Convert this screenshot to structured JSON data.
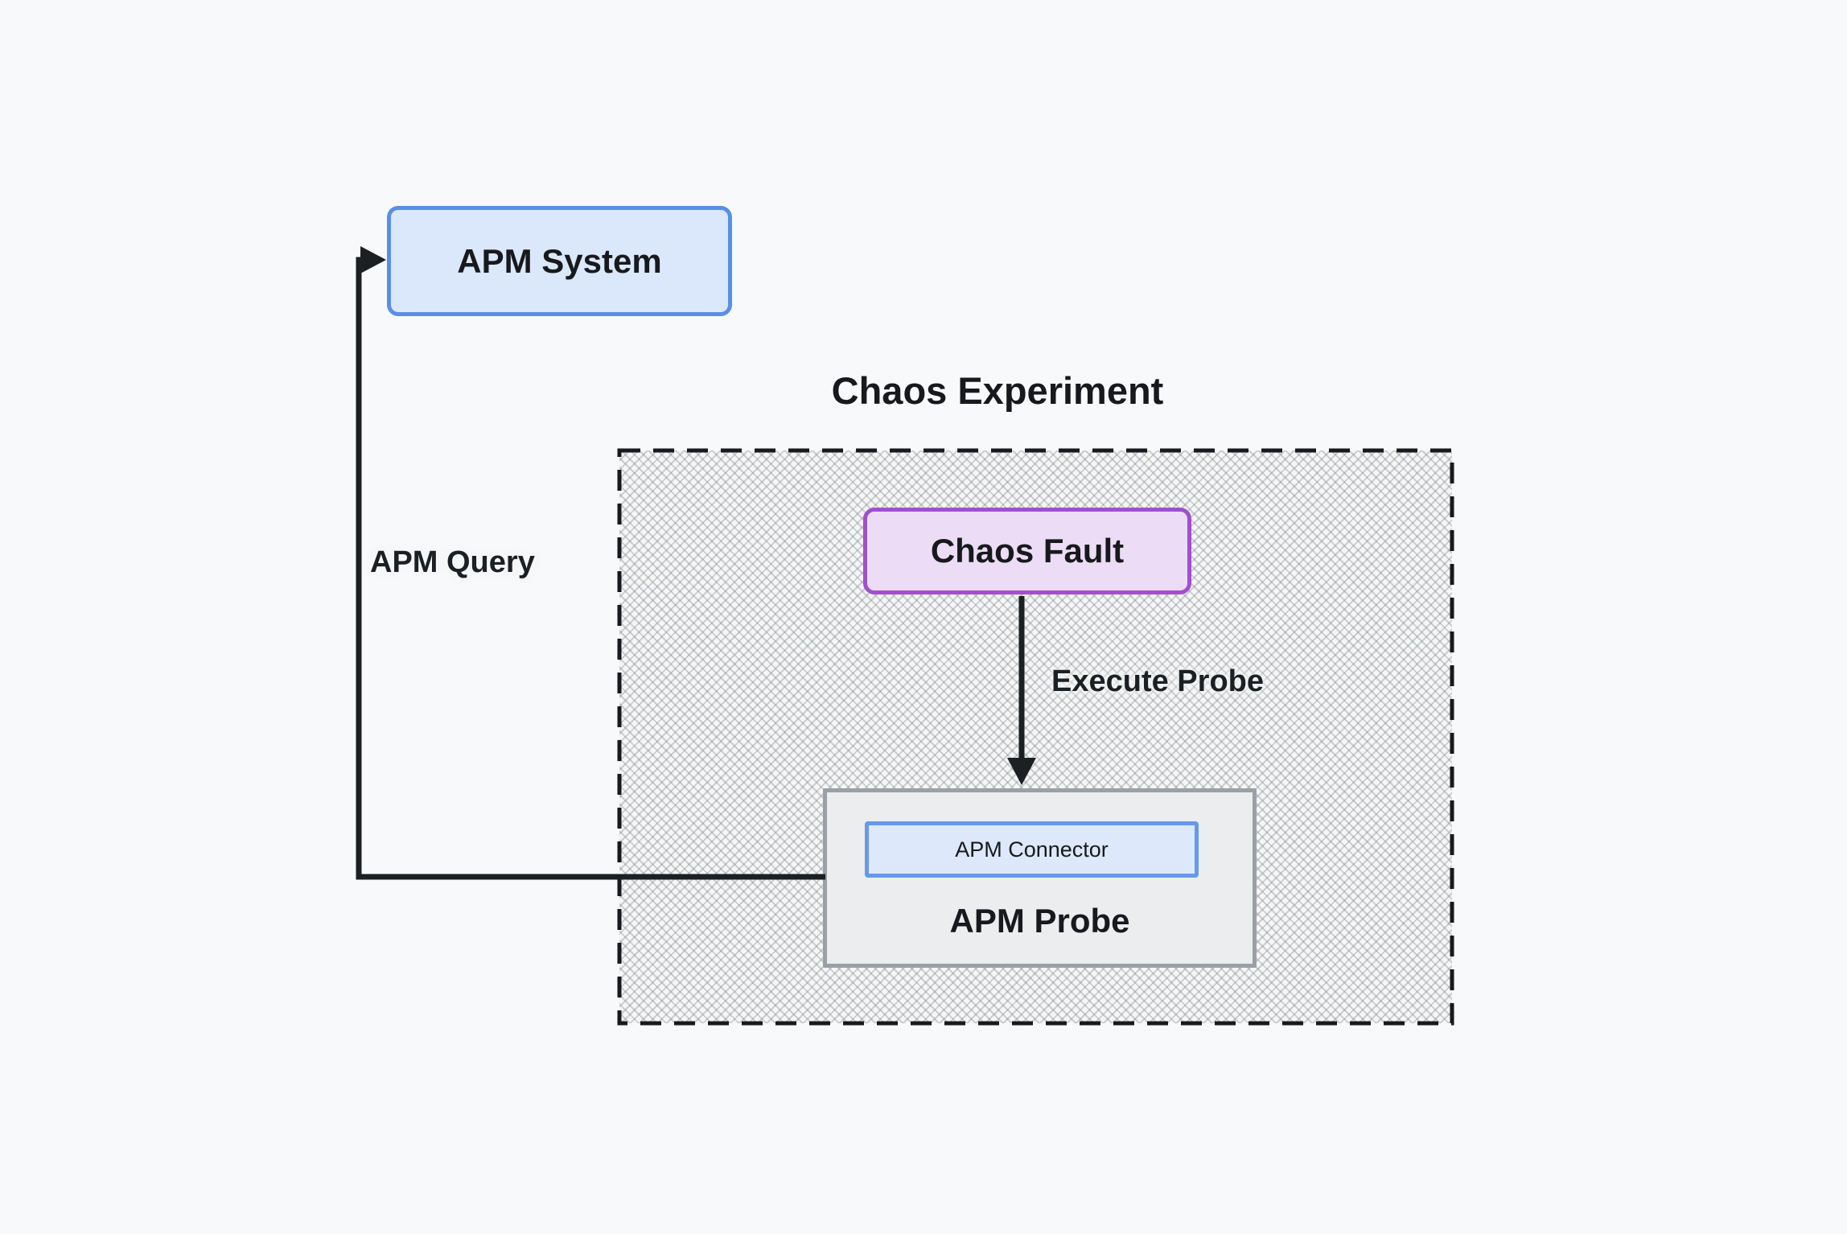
{
  "diagram": {
    "cluster": {
      "title": "Chaos Experiment"
    },
    "nodes": {
      "apm_system": {
        "label": "APM System"
      },
      "chaos_fault": {
        "label": "Chaos Fault"
      },
      "apm_probe": {
        "label": "APM Probe"
      },
      "apm_connector": {
        "label": "APM Connector"
      }
    },
    "edges": {
      "execute_probe": {
        "label": "Execute Probe",
        "from": "chaos_fault",
        "to": "apm_probe"
      },
      "apm_query": {
        "label": "APM Query",
        "from": "apm_connector",
        "to": "apm_system"
      }
    },
    "colors": {
      "background": "#f8f9fb",
      "blue_node_fill": "#dbe8fb",
      "blue_node_border": "#5b8ee6",
      "connector_border": "#6699e8",
      "purple_node_fill": "#eddcf6",
      "purple_node_border": "#a14fd0",
      "gray_node_fill": "#ebedee",
      "gray_node_border": "#99a0a8",
      "cluster_hatch": "#f5f6f6",
      "cluster_border": "#17191c",
      "edge_line": "#1d2023",
      "text": "#17191d"
    }
  }
}
